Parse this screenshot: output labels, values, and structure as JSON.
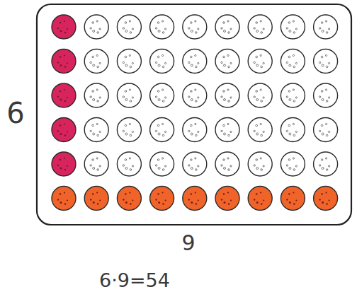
{
  "diagram": {
    "labels": [
      "6",
      "9",
      "6·9=54"
    ]
  }
}
